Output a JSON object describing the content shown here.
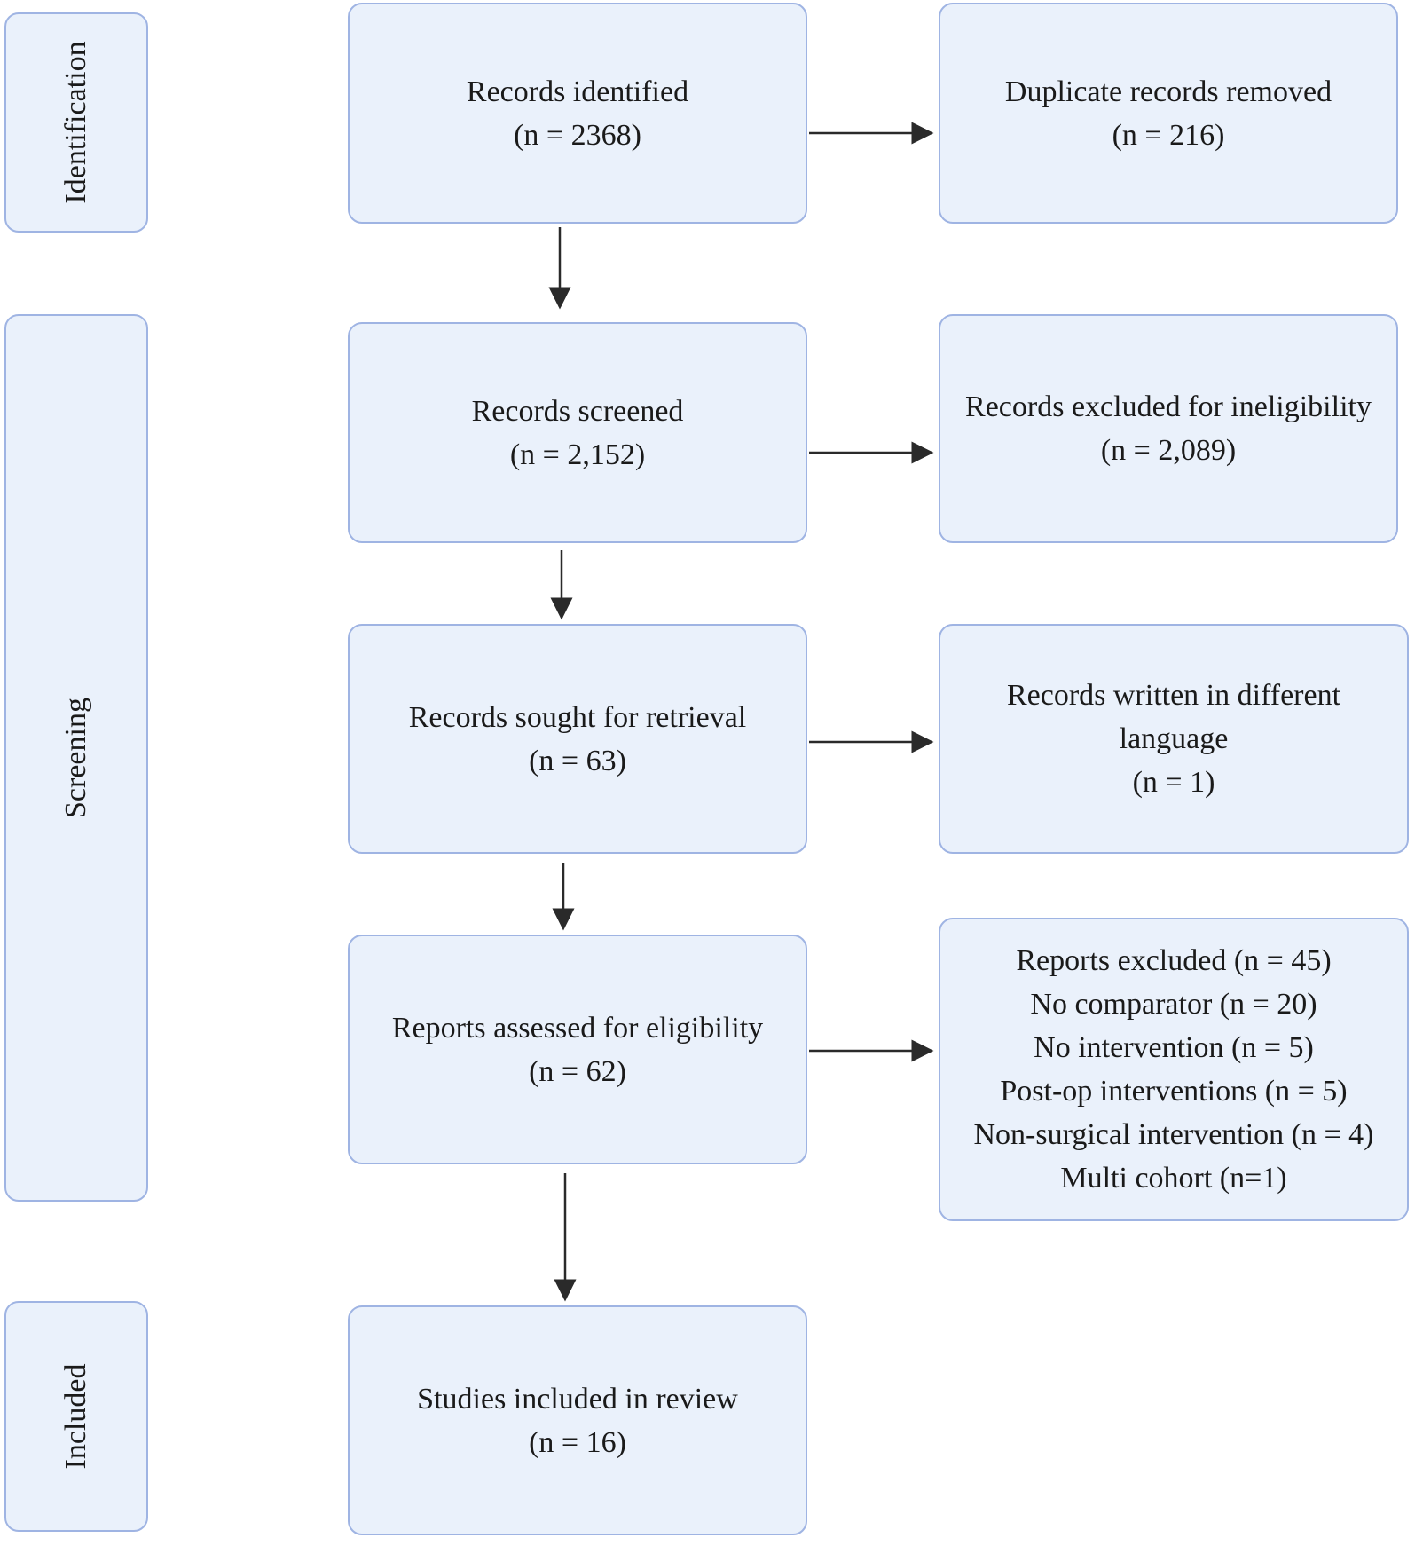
{
  "phases": {
    "identification": "Identification",
    "screening": "Screening",
    "included": "Included"
  },
  "boxes": {
    "records_identified": {
      "label": "Records identified",
      "count": "(n = 2368)"
    },
    "duplicates_removed": {
      "label": "Duplicate records removed",
      "count": "(n = 216)"
    },
    "records_screened": {
      "label": "Records screened",
      "count": "(n = 2,152)"
    },
    "records_excluded": {
      "label": "Records excluded for ineligibility",
      "count": "(n = 2,089)"
    },
    "sought_retrieval": {
      "label": "Records sought for retrieval",
      "count": "(n = 63)"
    },
    "different_language": {
      "label_line1": "Records written in different",
      "label_line2": "language",
      "count": "(n = 1)"
    },
    "assessed_eligibility": {
      "label": "Reports assessed for eligibility",
      "count": "(n = 62)"
    },
    "reports_excluded": {
      "lines": [
        "Reports excluded (n = 45)",
        "No comparator (n = 20)",
        "No intervention (n = 5)",
        "Post-op interventions (n = 5)",
        "Non-surgical intervention (n = 4)",
        "Multi cohort (n=1)"
      ]
    },
    "studies_included": {
      "label": "Studies included in review",
      "count": "(n = 16)"
    }
  },
  "colors": {
    "box_fill": "#eaf1fb",
    "box_border": "#9fb4e3",
    "arrow": "#2a2a2a"
  }
}
